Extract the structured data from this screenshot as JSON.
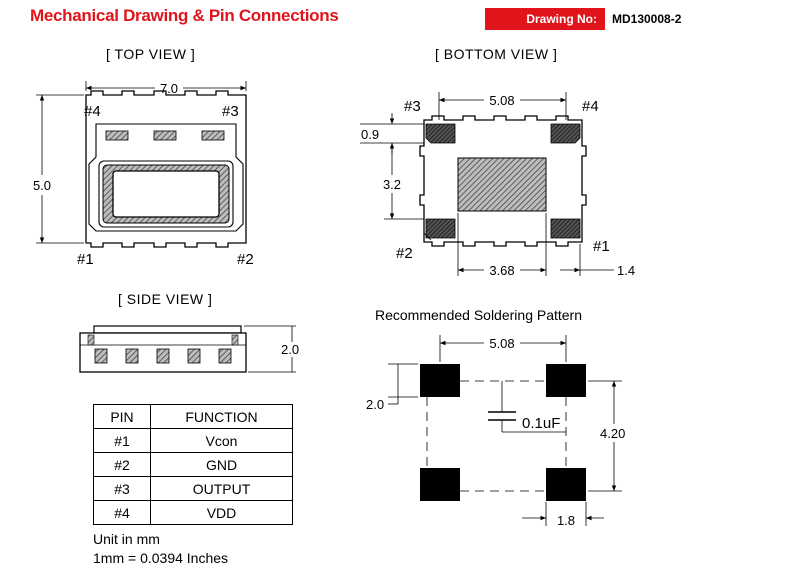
{
  "header": {
    "title": "Mechanical Drawing & Pin Connections",
    "drawing_no_label": "Drawing No:",
    "drawing_no_value": "MD130008-2"
  },
  "top_view": {
    "title": "[ TOP  VIEW ]",
    "width_dim": "7.0",
    "height_dim": "5.0",
    "pin_tl": "#4",
    "pin_tr": "#3",
    "pin_bl": "#1",
    "pin_br": "#2"
  },
  "bottom_view": {
    "title": "[ BOTTOM  VIEW ]",
    "pad_pitch_dim": "5.08",
    "pad_height_dim": "0.9",
    "pitch_v_dim": "3.2",
    "center_pad_dim": "3.68",
    "pad_width_dim": "1.4",
    "pin_tl": "#3",
    "pin_tr": "#4",
    "pin_bl": "#2",
    "pin_br": "#1"
  },
  "side_view": {
    "title": "[ SIDE  VIEW ]",
    "height_dim": "2.0"
  },
  "solder_pattern": {
    "title": "Recommended Soldering Pattern",
    "pitch_h_dim": "5.08",
    "pad_h_dim": "2.0",
    "pitch_v_dim": "4.20",
    "pad_w_dim": "1.8",
    "cap_label": "0.1uF"
  },
  "pin_table": {
    "headers": [
      "PIN",
      "FUNCTION"
    ],
    "rows": [
      [
        "#1",
        "Vcon"
      ],
      [
        "#2",
        "GND"
      ],
      [
        "#3",
        "OUTPUT"
      ],
      [
        "#4",
        "VDD"
      ]
    ]
  },
  "units": {
    "line1": "Unit in mm",
    "line2": "1mm = 0.0394 Inches"
  }
}
